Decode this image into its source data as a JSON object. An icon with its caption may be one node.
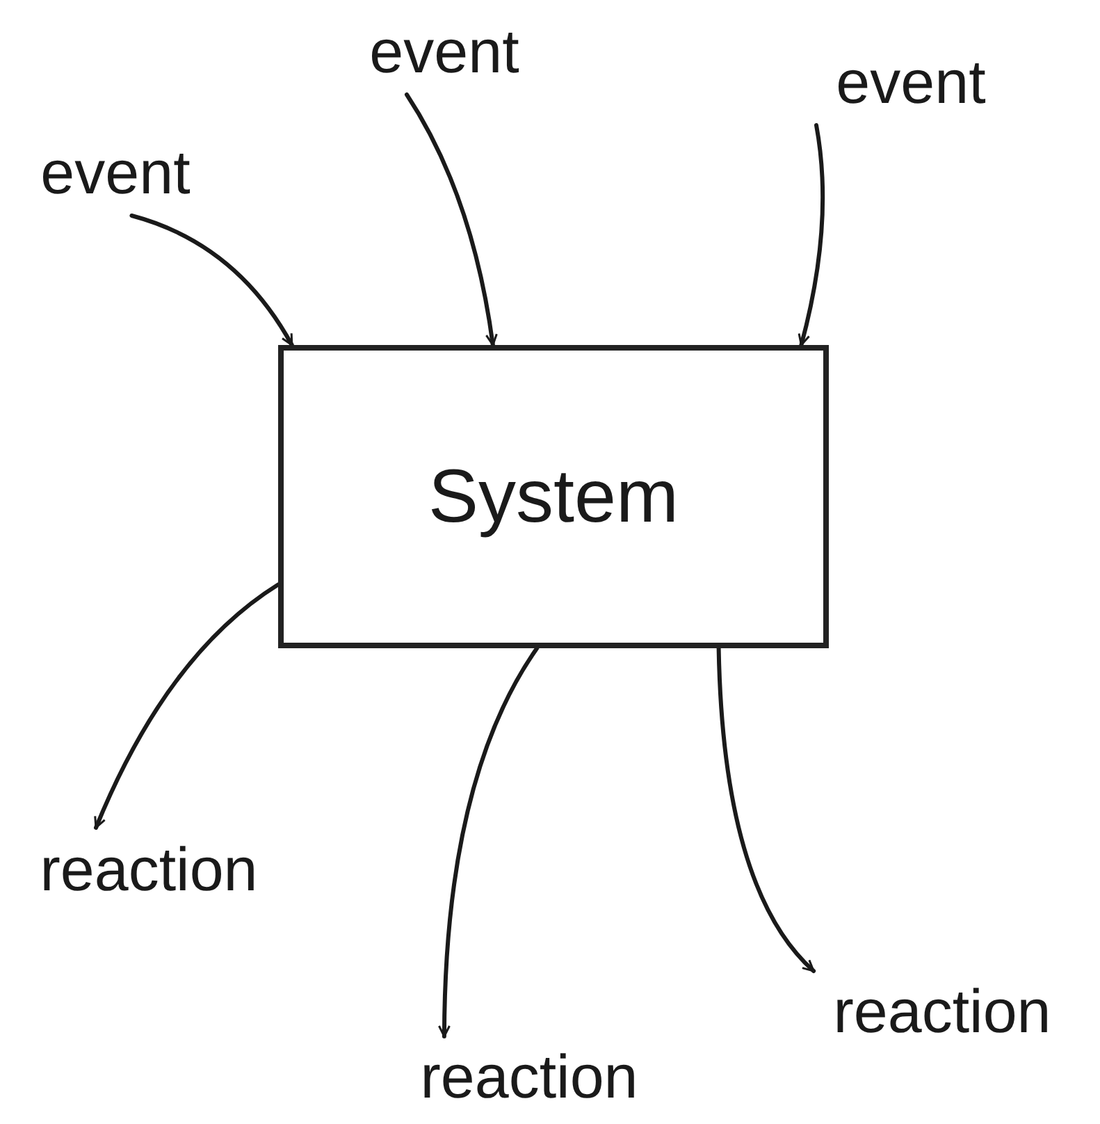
{
  "diagram": {
    "nodes": [
      {
        "text": [
          "System"
        ]
      },
      {
        "text": [
          "event"
        ]
      },
      {
        "text": [
          "event"
        ]
      },
      {
        "text": [
          "event"
        ]
      },
      {
        "text": [
          "reaction"
        ]
      },
      {
        "text": [
          "reaction"
        ]
      },
      {
        "text": [
          "reaction"
        ]
      }
    ],
    "edges": [
      {
        "from": 1,
        "to": 0,
        "arrow": "to"
      },
      {
        "from": 2,
        "to": 0,
        "arrow": "to"
      },
      {
        "from": 3,
        "to": 0,
        "arrow": "to"
      },
      {
        "from": 0,
        "to": 4,
        "arrow": "to"
      },
      {
        "from": 0,
        "to": 5,
        "arrow": "to"
      },
      {
        "from": 0,
        "to": 6,
        "arrow": "to"
      }
    ]
  }
}
